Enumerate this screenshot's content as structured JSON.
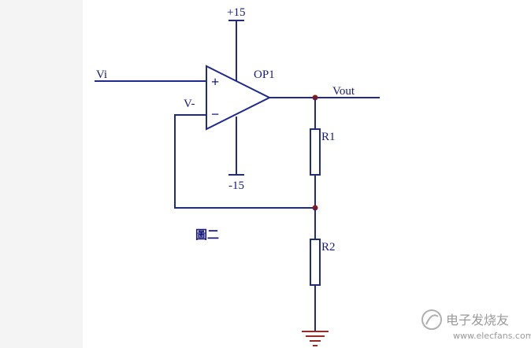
{
  "diagram": {
    "supply_positive": "+15",
    "supply_negative": "-15",
    "input_label": "Vi",
    "inverting_label": "V-",
    "opamp_label": "OP1",
    "output_label": "Vout",
    "resistor1_label": "R1",
    "resistor2_label": "R2",
    "caption": "圖二",
    "plus_sign": "+",
    "minus_sign": "−"
  },
  "watermark": {
    "text": "电子发烧友",
    "domain": "www.elecfans.com"
  },
  "colors": {
    "background": "#ffffff",
    "wire": "#1e2a8c",
    "junction": "#8b1a1a",
    "text": "#1a1a7a",
    "canvas_edge": "#f4f4f4"
  }
}
